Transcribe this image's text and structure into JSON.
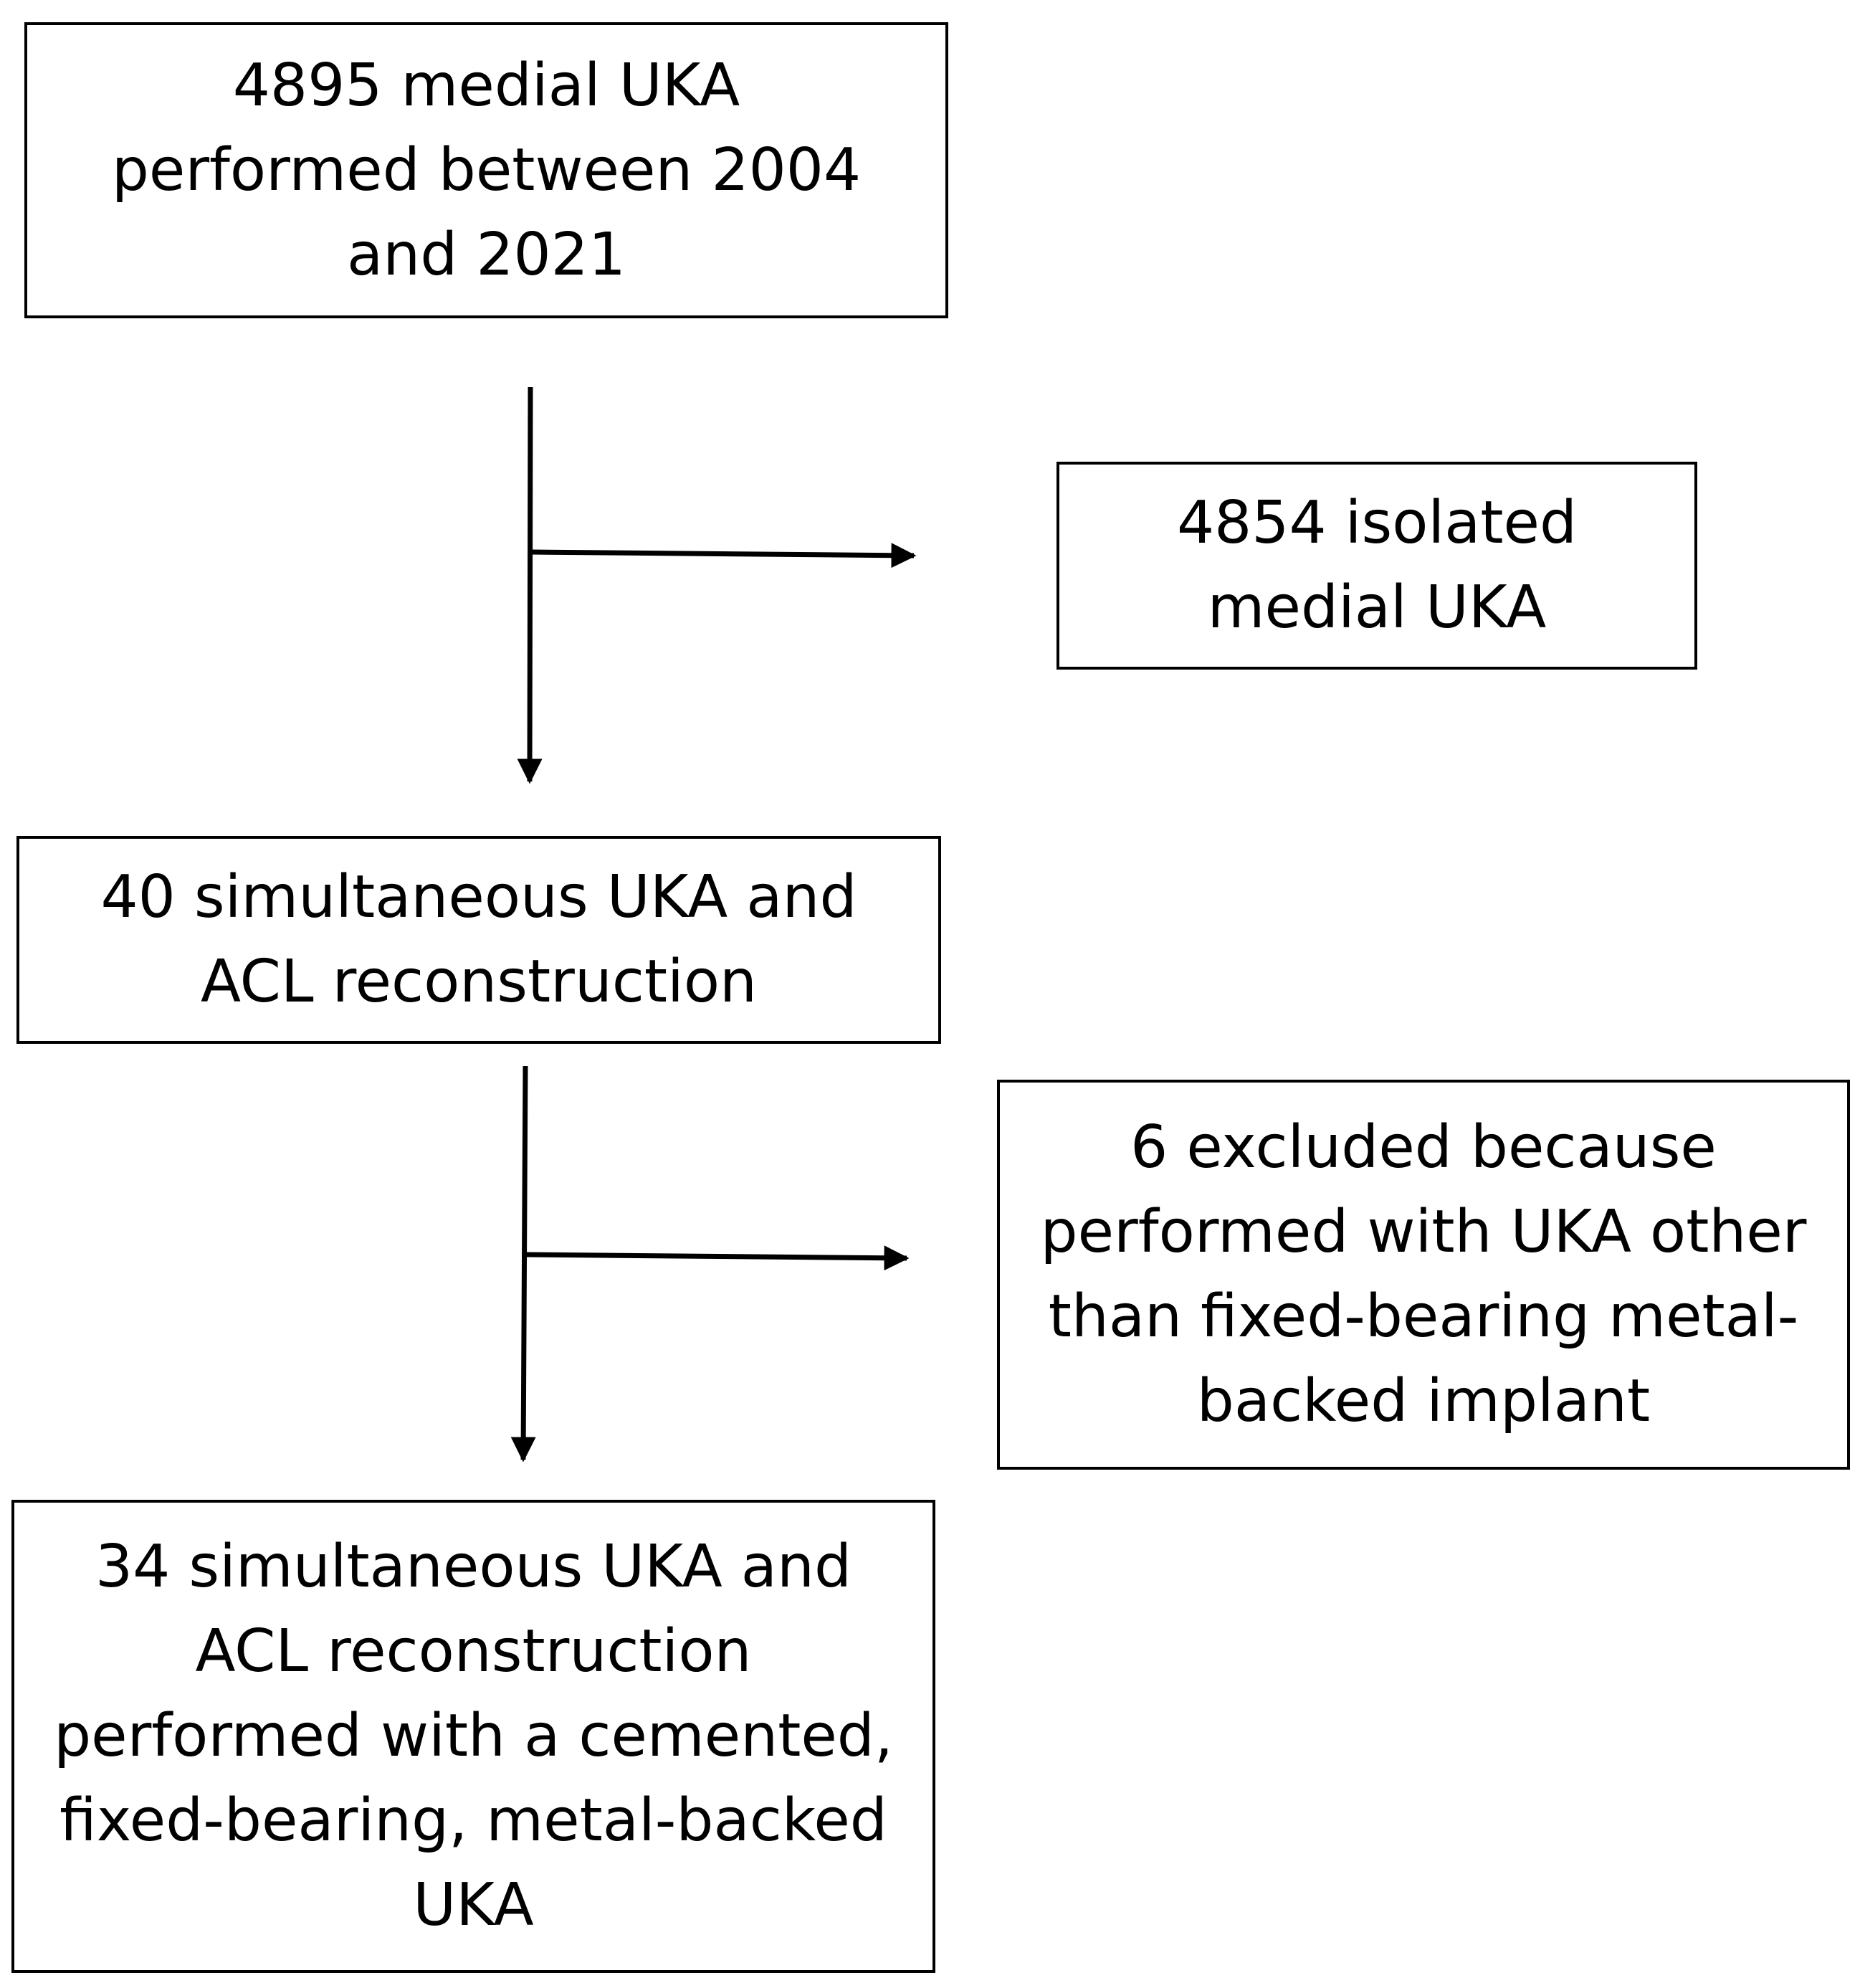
{
  "flowchart": {
    "start": {
      "lines": [
        "4895 medial UKA",
        "performed between 2004",
        "and 2021"
      ]
    },
    "excluded_1": {
      "lines": [
        "4854 isolated",
        "medial UKA"
      ]
    },
    "step_2": {
      "lines": [
        "40 simultaneous UKA and",
        "ACL reconstruction"
      ]
    },
    "excluded_2": {
      "lines": [
        "6 excluded because",
        "performed with UKA other",
        "than fixed-bearing metal-",
        "backed implant"
      ]
    },
    "final": {
      "lines": [
        "34 simultaneous UKA and",
        "ACL reconstruction",
        "performed with a cemented,",
        "fixed-bearing, metal-backed",
        "UKA"
      ]
    }
  },
  "colors": {
    "stroke": "#000000",
    "background": "#ffffff"
  }
}
